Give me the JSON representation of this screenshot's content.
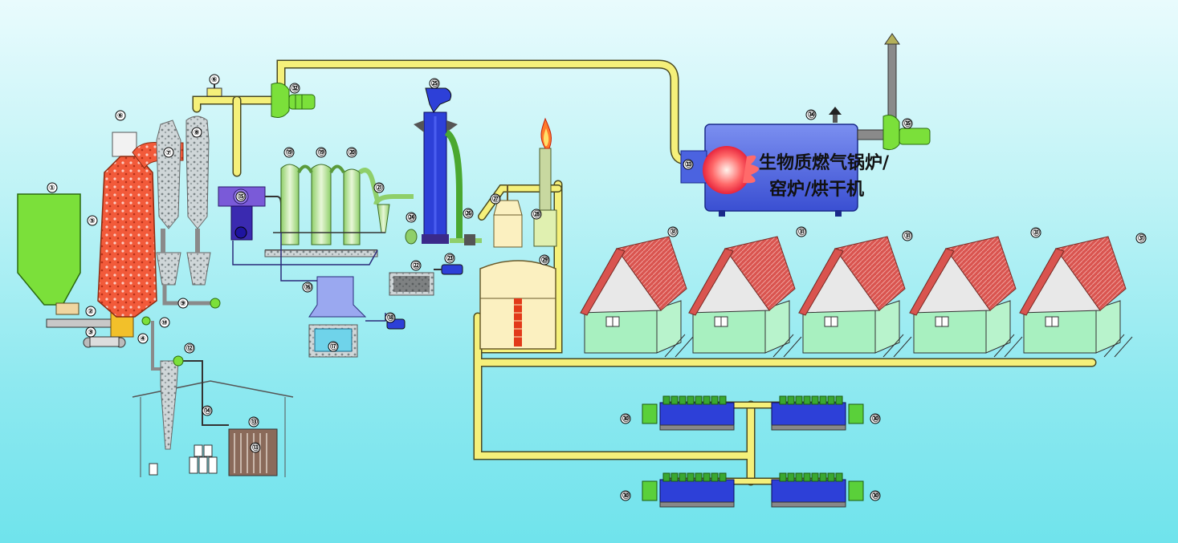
{
  "diagram": {
    "title": "Biomass gasification system flow diagram",
    "boiler_label_line1": "生物质燃气锅炉/",
    "boiler_label_line2": "窑炉/烘干机",
    "callouts": [
      "①",
      "②",
      "③",
      "④",
      "⑤",
      "⑥",
      "⑦",
      "⑧",
      "⑨",
      "⑩",
      "⑫",
      "⑬",
      "⑭",
      "⑮",
      "⑯",
      "⑰",
      "⑱",
      "⑲",
      "⑳",
      "㉑",
      "㉒",
      "㉓",
      "㉔",
      "㉕",
      "㉖",
      "㉗",
      "㉘",
      "㉙",
      "㉚",
      "㉛",
      "㉜",
      "㉝",
      "㉞",
      "㉟"
    ]
  },
  "colors": {
    "pipe_yellow": "#f5f07a",
    "hopper_green": "#7be03a",
    "gasifier_red": "#f05a3a",
    "scrubber_green": "#cfe9b4",
    "tower_blue": "#2d40d8",
    "boiler_blue": "#4b63e0",
    "house_wall": "#a8f0c0",
    "house_roof": "#d9544f",
    "tank_cream": "#fbf0c0"
  }
}
